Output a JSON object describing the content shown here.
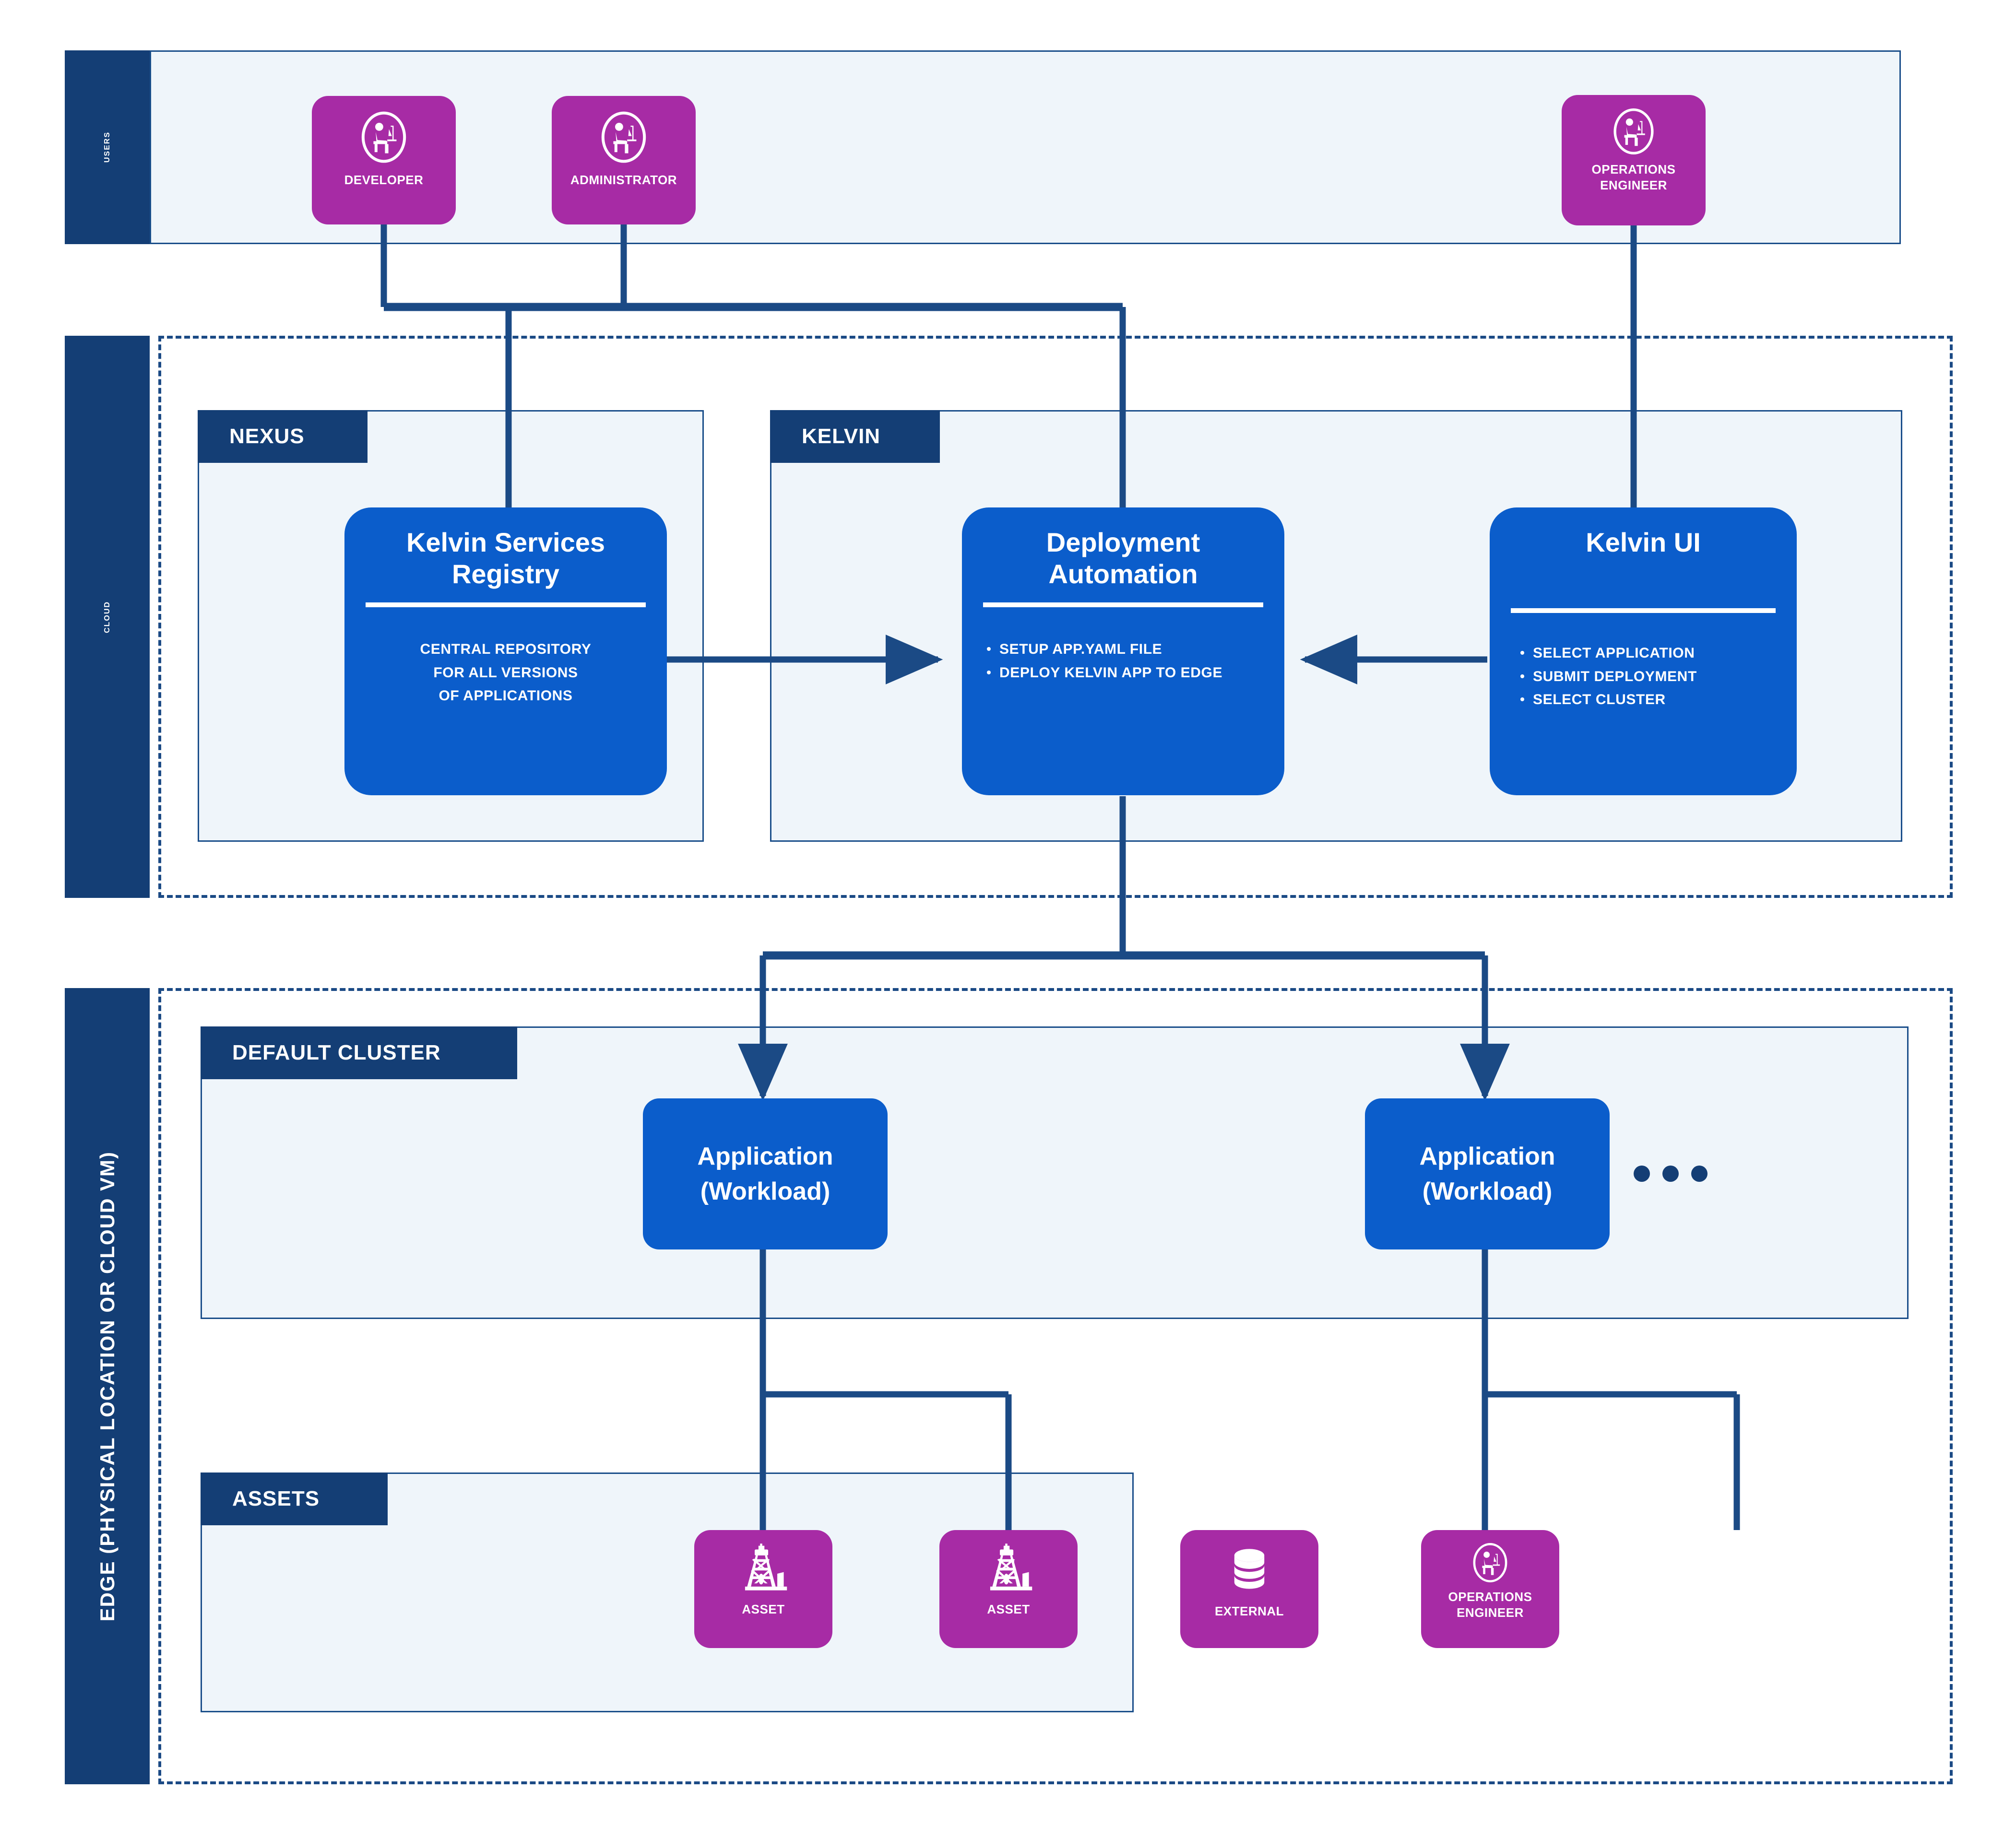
{
  "diagram": {
    "title": "Kelvin deployment architecture",
    "colors": {
      "navy": "#143E75",
      "blue": "#0B5DCB",
      "magenta": "#A72BA5",
      "panel_bg": "#EFF5FA",
      "connector": "#1B4A85"
    }
  },
  "lanes": {
    "users": "USERS",
    "cloud": "CLOUD",
    "edge": "EDGE  (PHYSICAL LOCATION OR CLOUD VM)"
  },
  "sections": {
    "nexus": "NEXUS",
    "kelvin": "KELVIN",
    "default_cluster": "DEFAULT CLUSTER",
    "assets": "ASSETS"
  },
  "users": [
    {
      "label": "DEVELOPER",
      "icon": "person-at-desk-icon"
    },
    {
      "label": "ADMINISTRATOR",
      "icon": "person-at-desk-icon"
    },
    {
      "label": "OPERATIONS\nENGINEER",
      "line1": "OPERATIONS",
      "line2": "ENGINEER",
      "icon": "person-at-desk-icon"
    }
  ],
  "cloud_cards": {
    "registry": {
      "title_line1": "Kelvin Services",
      "title_line2": "Registry",
      "body_line1": "CENTRAL REPOSITORY",
      "body_line2": "FOR ALL VERSIONS",
      "body_line3": "OF APPLICATIONS"
    },
    "deployment": {
      "title_line1": "Deployment",
      "title_line2": "Automation",
      "bullets": [
        "SETUP APP.YAML FILE",
        "DEPLOY KELVIN APP TO EDGE"
      ]
    },
    "kelvin_ui": {
      "title_line1": "Kelvin UI",
      "bullets": [
        "SELECT APPLICATION",
        "SUBMIT DEPLOYMENT",
        "SELECT CLUSTER"
      ]
    }
  },
  "workloads": [
    {
      "title_line1": "Application",
      "title_line2": "(Workload)"
    },
    {
      "title_line1": "Application",
      "title_line2": "(Workload)"
    }
  ],
  "more_indicator": "•••",
  "edge_assets": [
    {
      "label": "ASSET",
      "icon": "oil-derrick-icon"
    },
    {
      "label": "ASSET",
      "icon": "oil-derrick-icon"
    },
    {
      "label": "EXTERNAL",
      "icon": "database-icon"
    },
    {
      "label_line1": "OPERATIONS",
      "label_line2": "ENGINEER",
      "icon": "person-at-desk-icon"
    }
  ]
}
